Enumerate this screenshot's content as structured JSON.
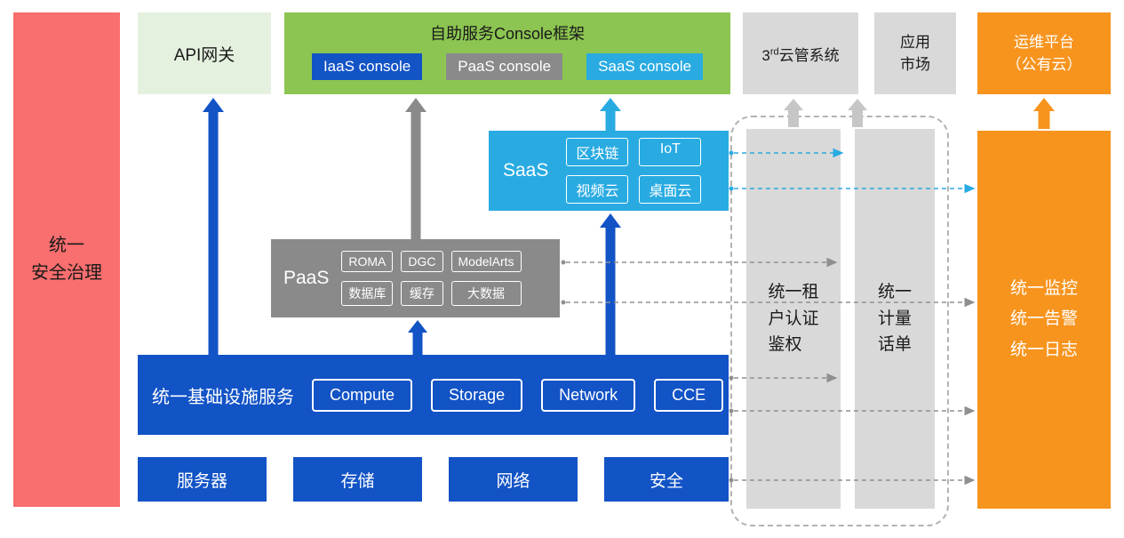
{
  "colors": {
    "red": "#f96e6e",
    "light_green": "#e5f1df",
    "green": "#8cc551",
    "blue": "#1253c6",
    "gray_dark": "#8a8a8a",
    "gray_light": "#d9d9d9",
    "cyan": "#29abe2",
    "orange": "#f7941e"
  },
  "left_bar": {
    "line1": "统一",
    "line2": "安全治理"
  },
  "top": {
    "api_gateway": "API网关",
    "console": {
      "title": "自助服务Console框架",
      "items": [
        {
          "label": "IaaS console",
          "color": "#1253c6"
        },
        {
          "label": "PaaS console",
          "color": "#8a8a8a"
        },
        {
          "label": "SaaS console",
          "color": "#29abe2"
        }
      ]
    },
    "third_party": {
      "prefix": "3",
      "sup": "rd",
      "rest": "云管系统"
    },
    "app_market": {
      "line1": "应用",
      "line2": "市场"
    },
    "ops_platform": {
      "line1": "运维平台",
      "line2": "（公有云）"
    }
  },
  "saas": {
    "label": "SaaS",
    "items": [
      "区块链",
      "IoT",
      "视频云",
      "桌面云"
    ]
  },
  "paas": {
    "label": "PaaS",
    "items": [
      "ROMA",
      "DGC",
      "ModelArts",
      "数据库",
      "缓存",
      "大数据"
    ]
  },
  "infra": {
    "label": "统一基础设施服务",
    "items": [
      "Compute",
      "Storage",
      "Network",
      "CCE"
    ]
  },
  "bottom_row": [
    "服务器",
    "存储",
    "网络",
    "安全"
  ],
  "right": {
    "auth_bar": {
      "line1": "统一租",
      "line2": "户认证",
      "line3": "鉴权"
    },
    "billing_bar": {
      "line1": "统一",
      "line2": "计量",
      "line3": "话单"
    },
    "monitor_box": {
      "line1": "统一监控",
      "line2": "统一告警",
      "line3": "统一日志"
    }
  }
}
